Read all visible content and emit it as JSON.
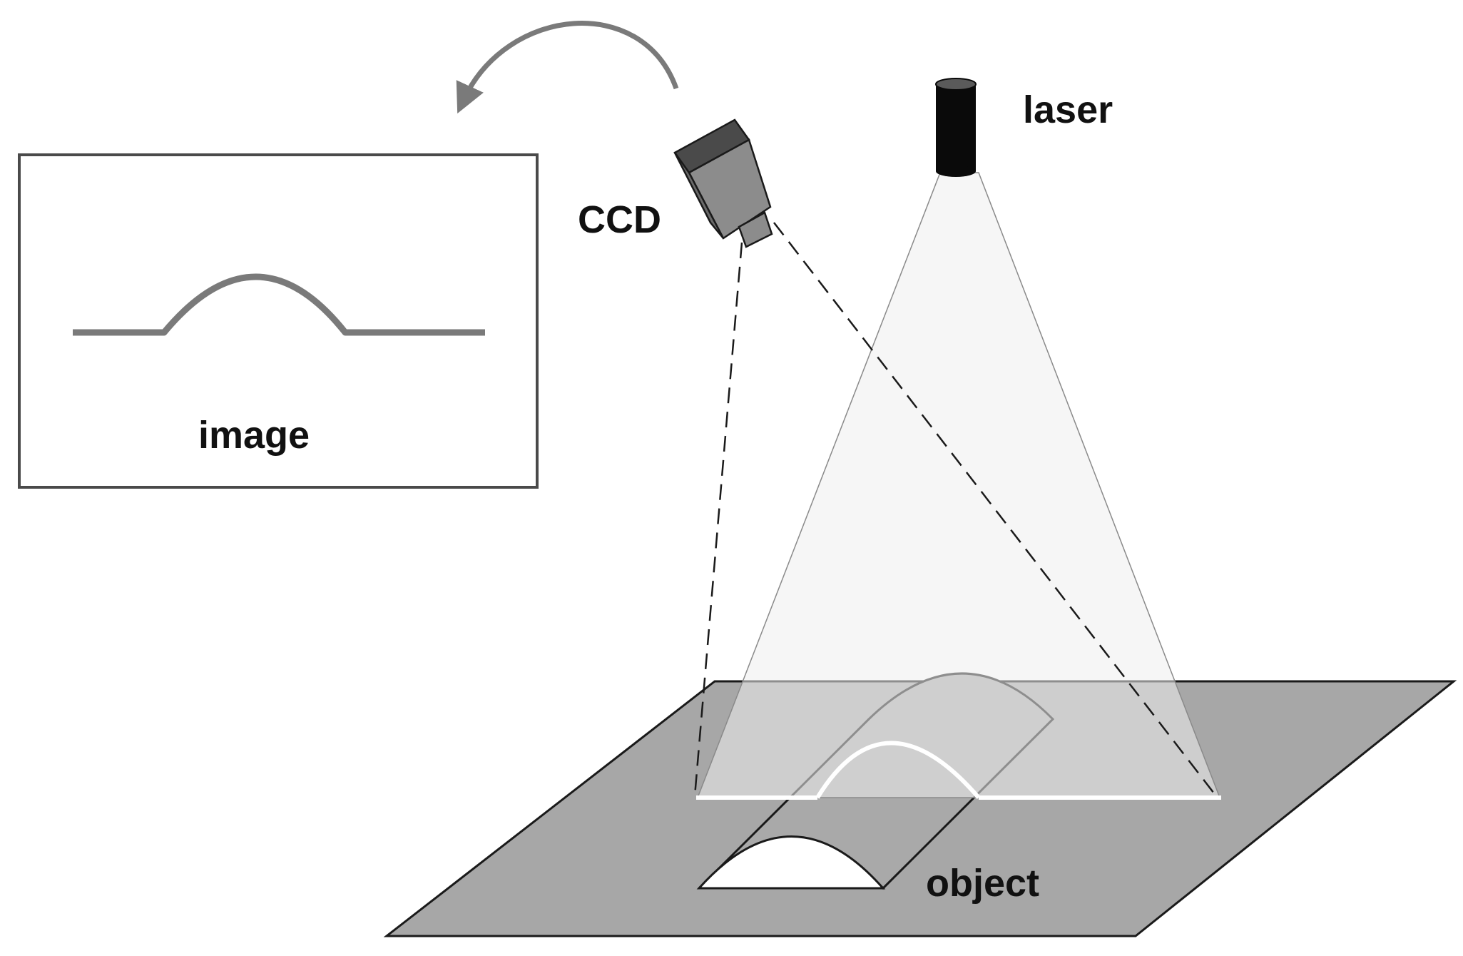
{
  "labels": {
    "image": "image",
    "ccd": "CCD",
    "laser": "laser",
    "object": "object"
  },
  "colors": {
    "background": "#ffffff",
    "line_gray": "#7a7a7a",
    "plane_fill": "#a7a7a7",
    "laser_fan": "#efefef",
    "object_fill": "#a9a9a9",
    "laser_line": "#ffffff",
    "text": "#111111"
  }
}
